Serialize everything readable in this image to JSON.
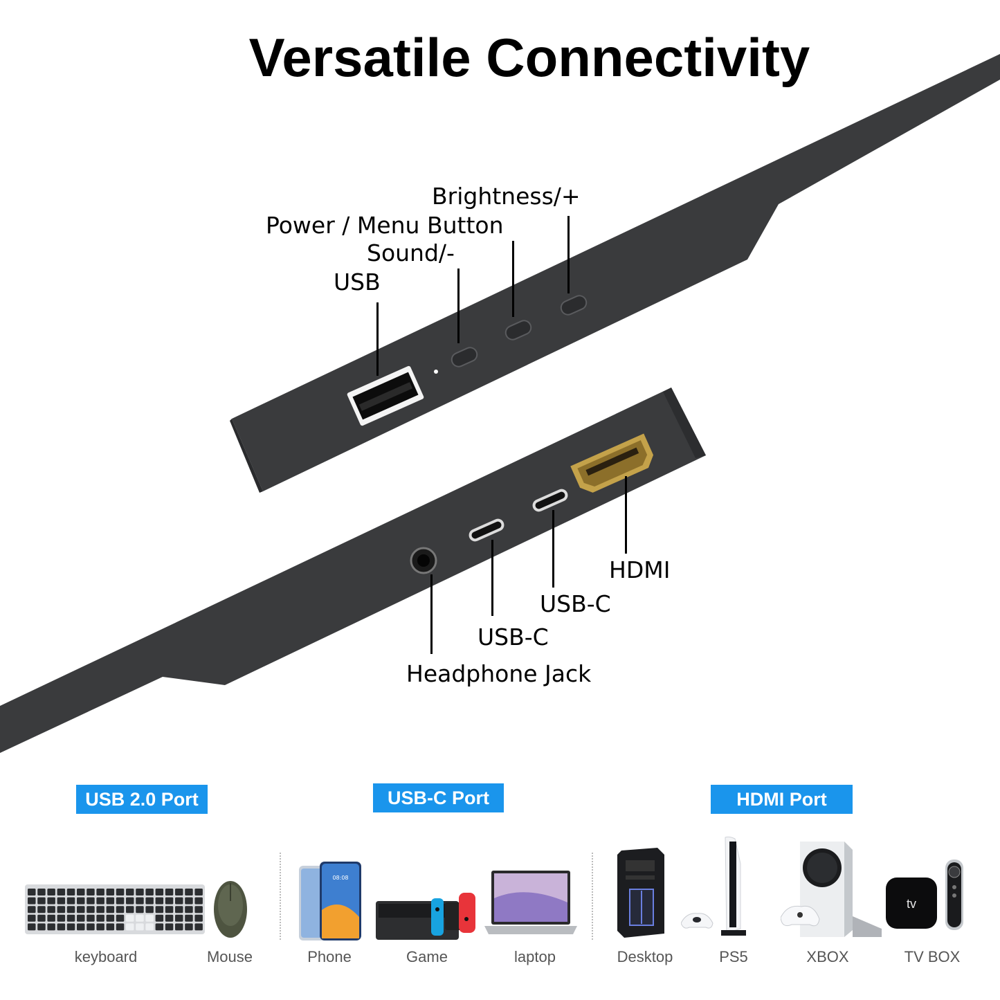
{
  "title": "Versatile Connectivity",
  "callouts": {
    "brightness": "Brightness/+",
    "power": "Power / Menu Button",
    "sound": "Sound/-",
    "usb": "USB",
    "hdmi": "HDMI",
    "usbc_1": "USB-C",
    "usbc_2": "USB-C",
    "headphone": "Headphone Jack"
  },
  "categories": [
    {
      "label": "USB 2.0 Port",
      "devices": [
        "keyboard",
        "Mouse"
      ]
    },
    {
      "label": "USB-C Port",
      "devices": [
        "Phone",
        "Game",
        "laptop"
      ]
    },
    {
      "label": "HDMI Port",
      "devices": [
        "Desktop",
        "PS5",
        "XBOX",
        "TV BOX"
      ]
    }
  ],
  "icons": {
    "keyboard": "keyboard-icon",
    "mouse": "mouse-icon",
    "phone": "phone-icon",
    "game": "game-console-icon",
    "laptop": "laptop-icon",
    "desktop": "desktop-tower-icon",
    "ps5": "ps5-icon",
    "xbox": "xbox-icon",
    "tvbox": "tv-box-icon"
  },
  "phone_clock": "08:08",
  "tvbox_mark": "tv",
  "colors": {
    "device_body": "#3a3b3d",
    "badge_blue": "#1a95ec",
    "hdmi_gold": "#8c6f2a"
  }
}
